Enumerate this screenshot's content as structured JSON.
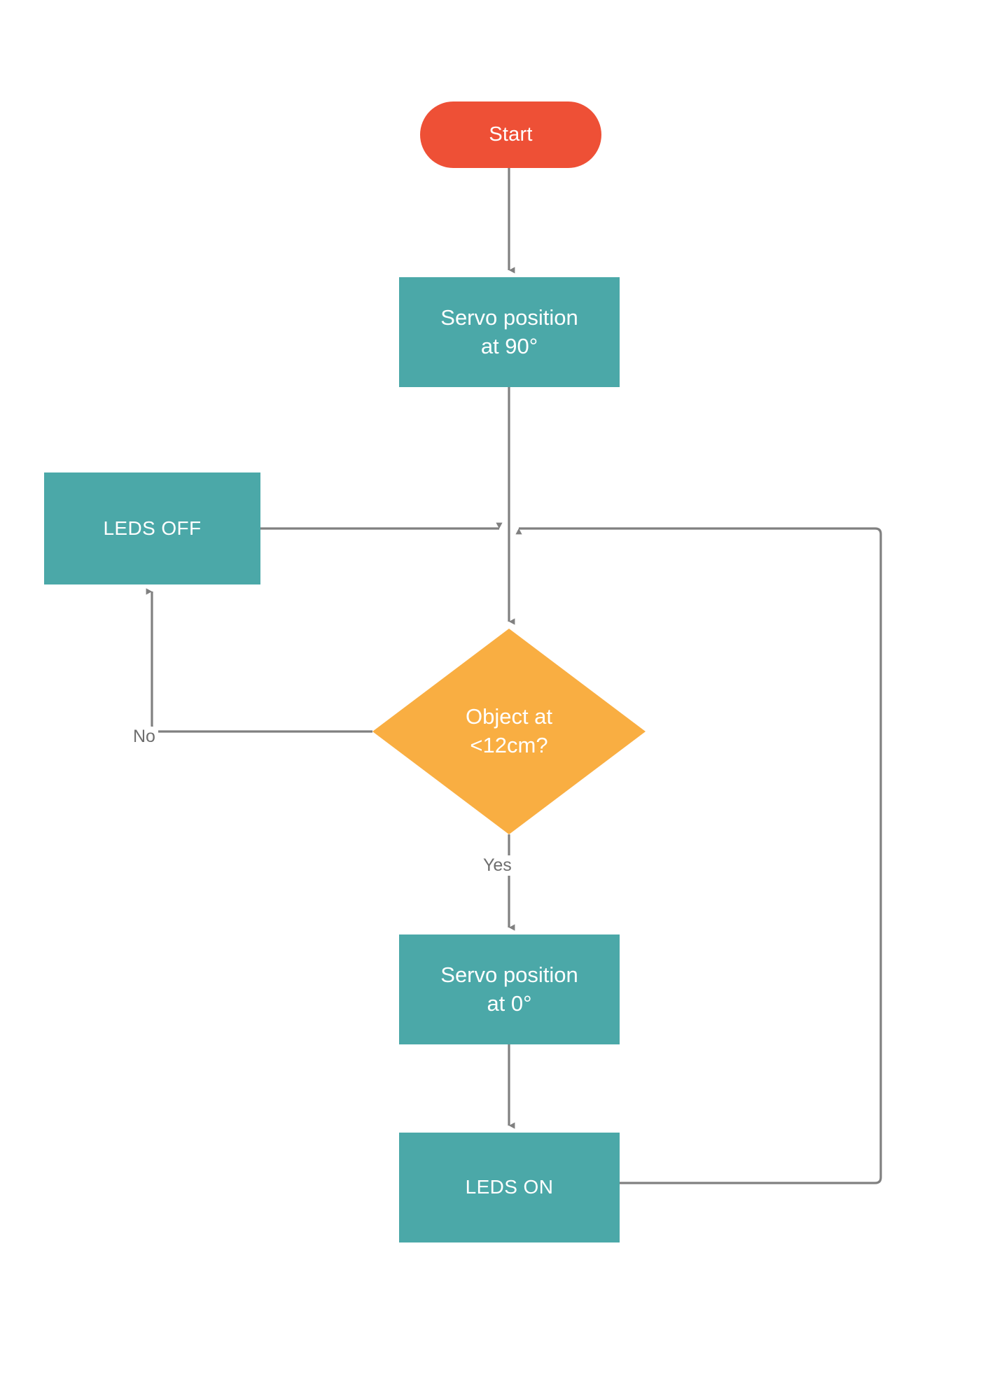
{
  "diagram": {
    "title": "Object detection servo and LED control flowchart",
    "type": "flowchart",
    "background": "#ffffff",
    "palette": {
      "start_fill": "#ee5036",
      "process_fill": "#4ba8a8",
      "decision_fill": "#f9ae42",
      "edge_stroke": "#808080",
      "node_text": "#ffffff",
      "edge_label_text": "#6e6e6e"
    },
    "nodes": [
      {
        "id": "start",
        "shape": "terminator",
        "label": "Start"
      },
      {
        "id": "servo90",
        "shape": "process",
        "label": "Servo position\nat 90°"
      },
      {
        "id": "ledsoff",
        "shape": "process",
        "label": "LEDS OFF"
      },
      {
        "id": "decision",
        "shape": "decision",
        "label": "Object at\n<12cm?"
      },
      {
        "id": "servo0",
        "shape": "process",
        "label": "Servo position\nat 0°"
      },
      {
        "id": "ledson",
        "shape": "process",
        "label": "LEDS ON"
      }
    ],
    "edges": [
      {
        "from": "start",
        "to": "servo90",
        "label": ""
      },
      {
        "from": "servo90",
        "to": "decision",
        "label": ""
      },
      {
        "from": "decision",
        "to": "ledsoff",
        "label": "No"
      },
      {
        "from": "ledsoff",
        "to": "junction",
        "label": ""
      },
      {
        "from": "decision",
        "to": "servo0",
        "label": "Yes"
      },
      {
        "from": "servo0",
        "to": "ledson",
        "label": ""
      },
      {
        "from": "ledson",
        "to": "junction",
        "label": ""
      }
    ],
    "edge_labels": {
      "no": "No",
      "yes": "Yes"
    }
  }
}
